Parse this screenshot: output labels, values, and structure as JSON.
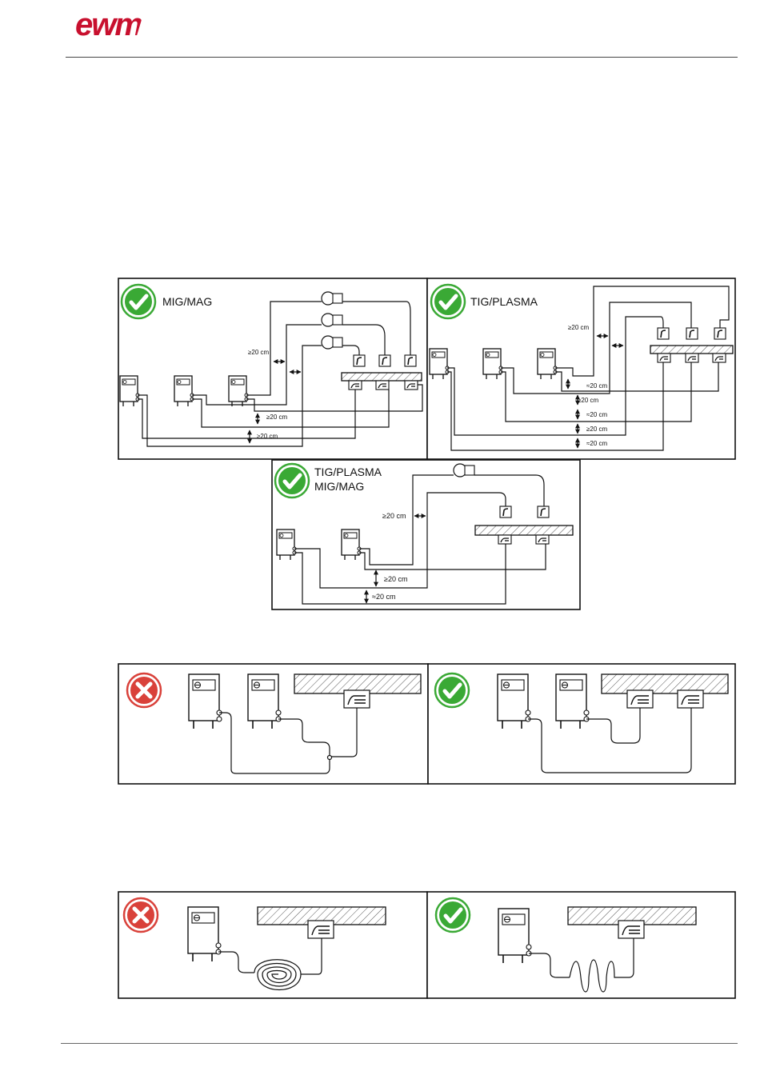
{
  "brand": {
    "logo_text": "ewm",
    "color": "#c8102e"
  },
  "figure_1": {
    "panel_mig": {
      "title": "MIG/MAG",
      "dist_1": "≥20 cm",
      "dist_2": "≥20 cm",
      "dist_3": "≥20 cm"
    },
    "panel_tig": {
      "title": "TIG/PLASMA",
      "dist_side": "≥20 cm",
      "dist_1": "≈20 cm",
      "dist_2": "≥20 cm",
      "dist_3": "≈20 cm",
      "dist_4": "≥20 cm",
      "dist_5": "≈20 cm"
    },
    "panel_combo": {
      "title_line1": "TIG/PLASMA",
      "title_line2": "MIG/MAG",
      "dist_side": "≥20 cm",
      "dist_1": "≥20 cm",
      "dist_2": "≈20 cm"
    }
  },
  "status_colors": {
    "ok": "#3aa935",
    "wrong": "#d9413a"
  },
  "icons": {
    "ok": "check-icon",
    "wrong": "cross-icon"
  }
}
